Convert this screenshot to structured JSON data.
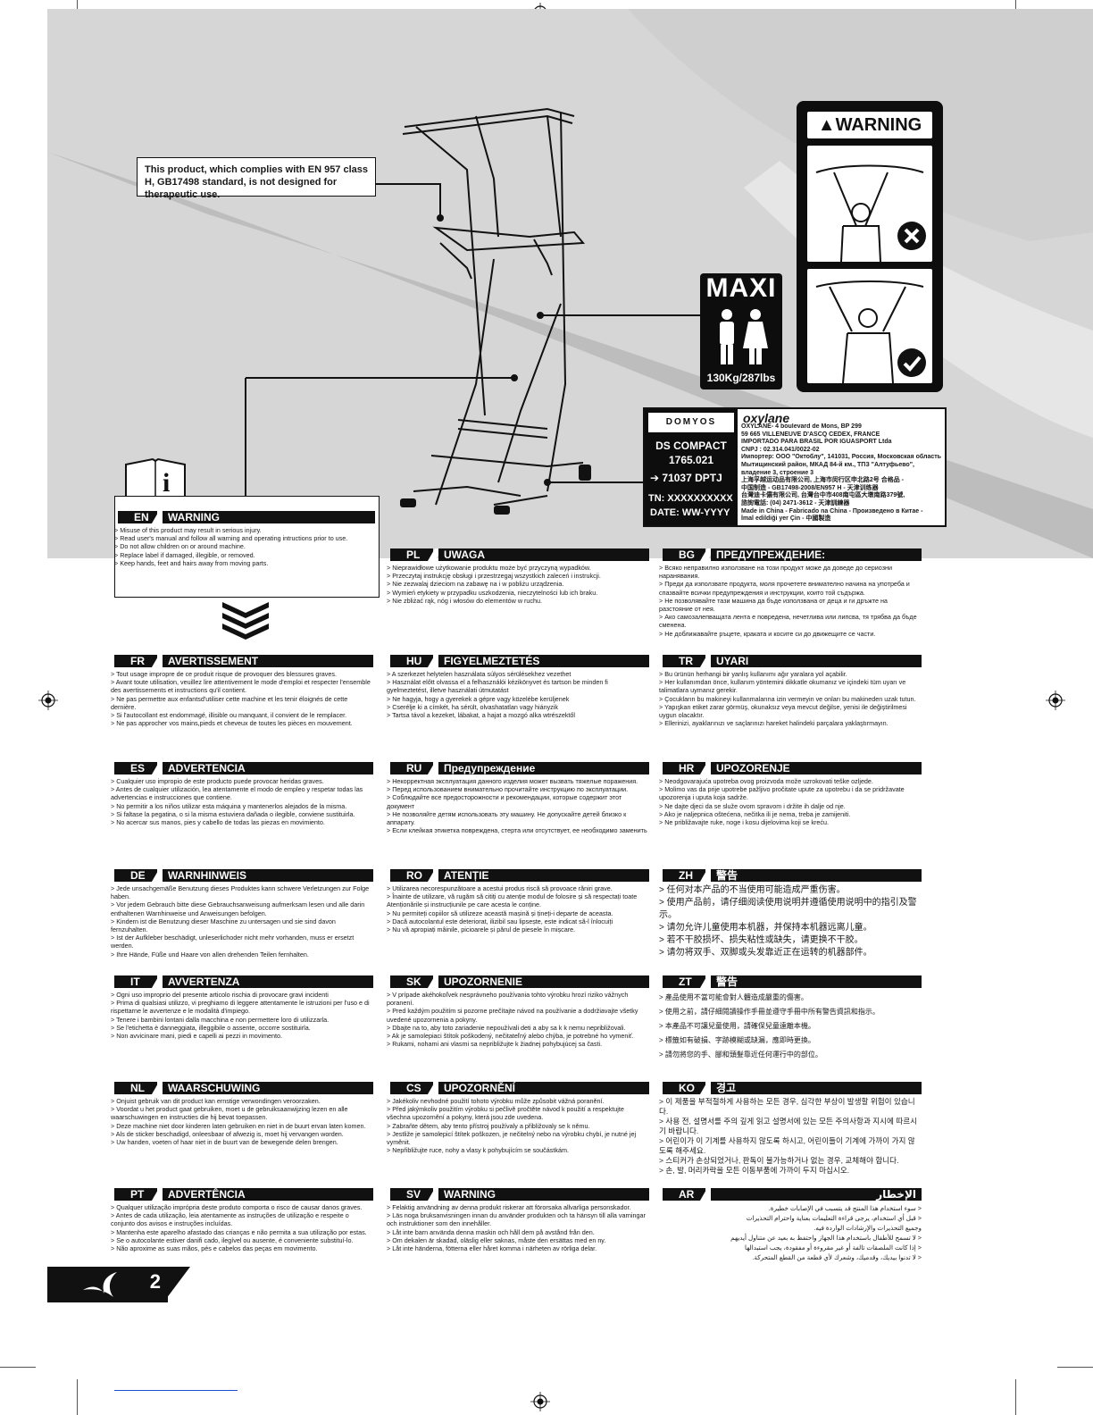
{
  "callout": {
    "text": "This product, which complies with EN 957 class H, GB17498 standard, is not designed for therapeutic use."
  },
  "maxi": {
    "title": "MAXI",
    "weight": "130Kg/287lbs"
  },
  "warning_panel": {
    "title": "WARNING"
  },
  "label": {
    "brand": "DOMYOS",
    "model": "DS COMPACT",
    "ref": "1765.021",
    "code": "71037 DPTJ",
    "tn": "TN: XXXXXXXXXX",
    "date": "DATE: WW-YYYY",
    "maker": "oxylane",
    "address_lines": [
      "OXYLANE- 4 boulevard de Mons, BP 299",
      "59 665 VILLENEUVE D'ASCQ CEDEX, FRANCE",
      "IMPORTADO PARA BRASIL POR IGUASPORT Ltda",
      "CNPJ : 02.314.041/0022-02",
      "Импортер: ООО \"Октоблу\", 141031, Россия, Московская область,",
      "Мытищинский район, МКАД 84-й км., ТПЗ \"Алтуфьево\",",
      "владение 3, строение 3",
      "上海孚越运动品有限公司, 上海市闵行区申北路2号 合格品 -",
      "中国制造 - GB17498-2008/EN957 H - 天津训练器",
      "台灣迪卡儂有限公司, 台灣台中市408南屯區大墩南路379號,",
      "諮詢電話: (04) 2471-3612 - 天津訓練器",
      "Made in China - Fabricado na China - Произведено в Китае -",
      "İmal edildiği yer Çin - 中國製造"
    ]
  },
  "page_number": "2",
  "sections": [
    {
      "code": "EN",
      "title": "WARNING",
      "items": [
        "> Misuse of this product may result in serious injury.",
        "> Read user's manual and follow all warning and operating intructions prior to use.",
        "> Do not allow children on or around machine.",
        "> Replace label if damaged, illegible, or removed.",
        "> Keep hands, feet and hairs away from moving parts."
      ]
    },
    {
      "code": "PL",
      "title": "UWAGA",
      "items": [
        "> Nieprawidłowe użytkowanie produktu może być przyczyną wypadków.",
        "> Przeczytaj instrukcję obsługi i przestrzegaj wszystkich zaleceń i instrukcji.",
        "> Nie zezwalaj dzieciom na zabawę na i w pobliżu urządzenia.",
        "> Wymień etykiety w przypadku uszkodzenia, nieczytelności lub ich braku.",
        "> Nie zbliżać rąk, nóg i włosów do elementów w ruchu."
      ]
    },
    {
      "code": "BG",
      "title": "ПРЕДУПРЕЖДЕНИЕ:",
      "items": [
        "> Всяко неправилно използване на този продукт може да доведе до сериозни наранявания.",
        "> Преди да използвате продукта, моля прочетете внимателно начина на употреба и спазвайте всички предупреждения и инструкции, които той съдържа.",
        "> Не позволявайте тази машина да бъде използвана от деца и ги дръжте на разстояние от нея.",
        "> Ако самозалепващата лента е повредена, нечетлива или липсва, тя трябва да бъде сменена.",
        "> Не доближавайте ръцете, краката и косите си до движещите се части."
      ]
    },
    {
      "code": "FR",
      "title": "AVERTISSEMENT",
      "items": [
        "> Tout usage impropre de ce produit risque de provoquer des blessures graves.",
        "> Avant toute utilisation, veuillez lire attentivement le mode d'emploi et respecter l'ensemble des avertissements et instructions qu'il contient.",
        "> Ne pas permettre aux enfantsd'utiliser cette machine et les tenir éloignés de cette dernière.",
        "> Si l'autocollant est endommagé, illisible ou manquant, il convient de le remplacer.",
        "> Ne pas approcher vos mains,pieds et cheveux de toutes les pièces en mouvement."
      ]
    },
    {
      "code": "HU",
      "title": "FIGYELMEZTETÉS",
      "items": [
        "> A szerkezet helytelen használata súlyos sérülésekhez vezethet",
        "> Használat előtt olvassa el a felhasználói kézikönyvet és tartson be minden fi gyelmeztetést, illetve használati útmutatást",
        "> Ne hagyja, hogy a gyerekek a gépre vagy közelébe kerüljenek",
        "> Cserélje ki a címkét, ha sérült, olvashatatlan vagy hiányzik",
        "> Tartsa távol a kezeket, lábakat, a hajat a mozgó alka wtrészektől"
      ]
    },
    {
      "code": "TR",
      "title": "UYARI",
      "items": [
        "> Bu ürünün herhangi bir yanlış kullanımı ağır yaralara yol açabilir.",
        "> Her kullanımdan önce, kullanım yöntemini dikkatle okumanız ve içindeki tüm uyarı ve talimatlara uymanız gerekir.",
        "> Çocukların bu makineyi kullanmalarına izin vermeyin ve onları bu makineden uzak tutun.",
        "> Yapışkan etiket zarar görmüş, okunaksız veya mevcut değilse, yenisi ile değiştirilmesi uygun olacaktır.",
        "> Ellerinizi, ayaklarınızı ve saçlarınızı hareket halindeki parçalara yaklaştırmayın."
      ]
    },
    {
      "code": "ES",
      "title": "ADVERTENCIA",
      "items": [
        "> Cualquier uso impropio de este producto puede provocar heridas graves.",
        "> Antes de cualquier utilización, lea atentamente el modo de empleo y respetar todas las advertencias e instrucciones que contiene.",
        "> No permitir a los niños utilizar esta máquina y mantenerlos alejados de la misma.",
        "> Si faltase la pegatina, o si la misma estuviera dañada o ilegible, conviene sustituirla.",
        "> No acercar sus manos, pies y cabello de todas las piezas en movimiento."
      ]
    },
    {
      "code": "RU",
      "title": "Предупреждение",
      "items": [
        "> Некорректная эксплуатация данного изделия может вызвать тяжелые поражения.",
        "> Перед использованием внимательно прочитайте инструкцию по эксплуатации.",
        "> Соблюдайте все предосторожности и рекомендации, которые содержит этот документ",
        "> Не позволяйте детям использовать эту машину. Не допускайте детей близко к аппарату.",
        "> Если клейкая этикетка повреждена, стерта или отсутствует, ее необходимо заменить"
      ]
    },
    {
      "code": "HR",
      "title": "UPOZORENJE",
      "items": [
        "> Neodgovarajuća upotreba ovog proizvoda može uzrokovati teške ozljede.",
        "> Molimo vas da prije upotrebe pažljivo pročitate upute za upotrebu i da se pridržavate upozorenja i uputa koja sadrže.",
        "> Ne dajte djeci da se služe ovom spravom i držite ih dalje od nje.",
        "> Ako je naljepnica oštećena, nečitka ili je nema, treba je zamijeniti.",
        "> Ne približavajte ruke, noge i kosu dijelovima koji se kreću."
      ]
    },
    {
      "code": "DE",
      "title": "WARNHINWEIS",
      "items": [
        "> Jede unsachgemäße Benutzung dieses Produktes kann schwere Verletzungen zur Folge haben.",
        "> Vor jedem Gebrauch bitte diese Gebrauchsanweisung aufmerksam lesen und alle darin enthaltenen Warnhinweise und Anweisungen befolgen.",
        "> Kindern ist die Benutzung dieser Maschine zu untersagen und sie sind davon fernzuhalten.",
        "> Ist der Aufkleber beschädigt, unleserlichoder nicht mehr vorhanden, muss er ersetzt werden.",
        "> Ihre Hände, Füße und Haare von allen drehenden Teilen fernhalten."
      ]
    },
    {
      "code": "RO",
      "title": "ATENȚIE",
      "items": [
        "> Utilizarea necorespunzătoare a acestui produs riscă să provoace răniri grave.",
        "> Înainte de utilizare, vă rugăm să citiți cu atenție modul de folosire și să respectați toate Atenționările și instrucțiunile pe care acesta le conține.",
        "> Nu permiteți copiilor să utilizeze această mașină și țineți-i departe de aceasta.",
        "> Dacă autocolantul este deteriorat, ilizibil sau lipsește, este indicat să-l înlocuiți",
        "> Nu vă apropiați mâinile, picioarele și părul de piesele în mișcare."
      ]
    },
    {
      "code": "ZH",
      "title": "警告",
      "items": [
        "> 任何对本产品的不当使用可能造成严重伤害。",
        "> 使用产品前，请仔细阅读使用说明并遵循使用说明中的指引及警示。",
        "> 请勿允许儿童使用本机器，并保持本机器远离儿童。",
        "> 若不干胶损坏、损失粘性或缺失，请更换不干胶。",
        "> 请勿将双手、双脚或头发靠近正在运转的机器部件。"
      ]
    },
    {
      "code": "IT",
      "title": "AVVERTENZA",
      "items": [
        "> Ogni uso improprio del presente articolo rischia di provocare gravi incidenti",
        "> Prima di qualsiasi utilizzo, vi preghiamo di leggere attentamente le istruzioni per l'uso e di rispettarne le avvertenze e le modalità d'impiego.",
        "> Tenere i bambini lontani dalla macchina e non permettere loro di utilizzarla.",
        "> Se l'etichetta è danneggiata, illeggibile o assente, occorre sostituirla.",
        "> Non avvicinare mani, piedi e capelli ai pezzi in movimento."
      ]
    },
    {
      "code": "SK",
      "title": "UPOZORNENIE",
      "items": [
        "> V prípade akéhokoľvek nesprávneho používania tohto výrobku hrozí riziko vážnych poranení.",
        "> Pred každým použitím si pozorne prečítajte návod na používanie a dodržiavajte všetky uvedené upozornenia a pokyny.",
        "> Dbajte na to, aby toto zariadenie nepoužívali deti a aby sa k k nemu nepribližovali.",
        "> Ak je samolepiaci štítok poškodený, nečitateľný alebo chýba, je potrebné ho vymeniť.",
        "> Rukami, nohami ani vlasmi sa nepribližujte k žiadnej pohybujúcej sa časti."
      ]
    },
    {
      "code": "ZT",
      "title": "警告",
      "items": [
        "> 產品使用不當可能會對人體造成嚴重的傷害。",
        "> 使用之前，請仔細閱讀操作手冊並遵守手冊中所有警告資訊和指示。",
        "> 本產品不可讓兒童使用，請確保兒童遠離本機。",
        "> 標籤如有破損、字跡模糊或缺漏，應即時更換。",
        "> 請勿將您的手、腳和頭髮靠近任何運行中的部位。"
      ]
    },
    {
      "code": "NL",
      "title": "WAARSCHUWING",
      "items": [
        "> Onjuist gebruik van dit product kan ernstige verwondingen veroorzaken.",
        "> Voordat u het product gaat gebruiken, moet u de gebruiksaanwijzing lezen en alle waarschuwingen en instructies die hij bevat toepassen.",
        "> Deze machine niet door kinderen laten gebruiken en niet in de buurt ervan laten komen.",
        "> Als de sticker beschadigd, onleesbaar of afwezig is, moet hij vervangen worden.",
        "> Uw handen, voeten of haar niet in de buurt van de bewegende delen brengen."
      ]
    },
    {
      "code": "CS",
      "title": "UPOZORNĚNÍ",
      "items": [
        "> Jakékoliv nevhodné použití tohoto výrobku může způsobit vážná poranění.",
        "> Před jakýmkoliv použitím výrobku si pečlivě pročtěte návod k použití a respektujte všechna upozornění a pokyny, která jsou zde uvedena.",
        "> Zabraňte dětem, aby tento přístroj používaly a přibližovaly se k němu.",
        "> Jestliže je samolepicí štítek poškozen, je nečitelný nebo na výrobku chybí, je nutné jej vyměnit.",
        "> Nepřibližujte ruce, nohy a vlasy k pohybujícím se součástkám."
      ]
    },
    {
      "code": "KO",
      "title": "경고",
      "items": [
        "> 이 제품을 부적절하게 사용하는 모든 경우, 심각한 부상이 발생할 위험이 있습니다.",
        "> 사용 전, 설명서를 주의 깊게 읽고 설명서에 있는 모든 주의사항과 지시에 따르시기 바랍니다.",
        "> 어린이가 이 기계를 사용하지 않도록 하시고, 어린이들이 기계에 가까이 가지 않도록 해주세요.",
        "> 스티커가 손상되었거나, 판독이 불가능하거나 없는 경우, 교체해야 합니다.",
        "> 손, 발, 머리카락을 모든 이동부품에 가까이 두지 마십시오."
      ]
    },
    {
      "code": "PT",
      "title": "ADVERTÊNCIA",
      "items": [
        "> Qualquer utilização imprópria deste produto comporta o risco de causar danos graves.",
        "> Antes de cada utilização, leia atentamente as instruções de utilização e respeite o conjunto dos avisos e instruções incluídas.",
        "> Mantenha este aparelho afastado das crianças e não permita a sua utilização por estas.",
        "> Se o autocolante estiver danifi cado, ilegível ou ausente, é conveniente substituí-lo.",
        "> Não aproxime as suas mãos, pés e cabelos das peças em movimento."
      ]
    },
    {
      "code": "SV",
      "title": "WARNING",
      "items": [
        "> Felaktig användning av denna produkt riskerar att förorsaka allvarliga personskador.",
        "> Läs noga bruksanvisningen innan du använder produkten och ta hänsyn till alla varningar och instruktioner som den innehåller.",
        "> Låt inte barn använda denna maskin och håll dem på avstånd från den.",
        "> Om dekalen är skadad, oläslig eller saknas, måste den ersättas med en ny.",
        "> Låt inte händerna, fötterna eller håret komma i närheten av rörliga delar."
      ]
    },
    {
      "code": "AR",
      "title": "الإخطار",
      "items": [
        "< سوء استخدام هذا المنتج قد يتسبب في الإصابات خطيرة.",
        "< قبل أي استخدام، يرجى قراءة التعليمات بعناية واحترام التحذيرات",
        "وجميع التحذيرات والإرشادات الواردة فيه.",
        "< لا تسمح للأطفال باستخدام هذا الجهاز واحتفظ به بعيد عن متناول أيديهم",
        "< إذا كانت الملصقات تالفة أو غير مقروءة أو مفقودة، يجب استبدالها",
        "< لا تدنوا بيديك، وقدميك، وشعرك لأي قطعة من القطع المتحركة."
      ]
    }
  ]
}
